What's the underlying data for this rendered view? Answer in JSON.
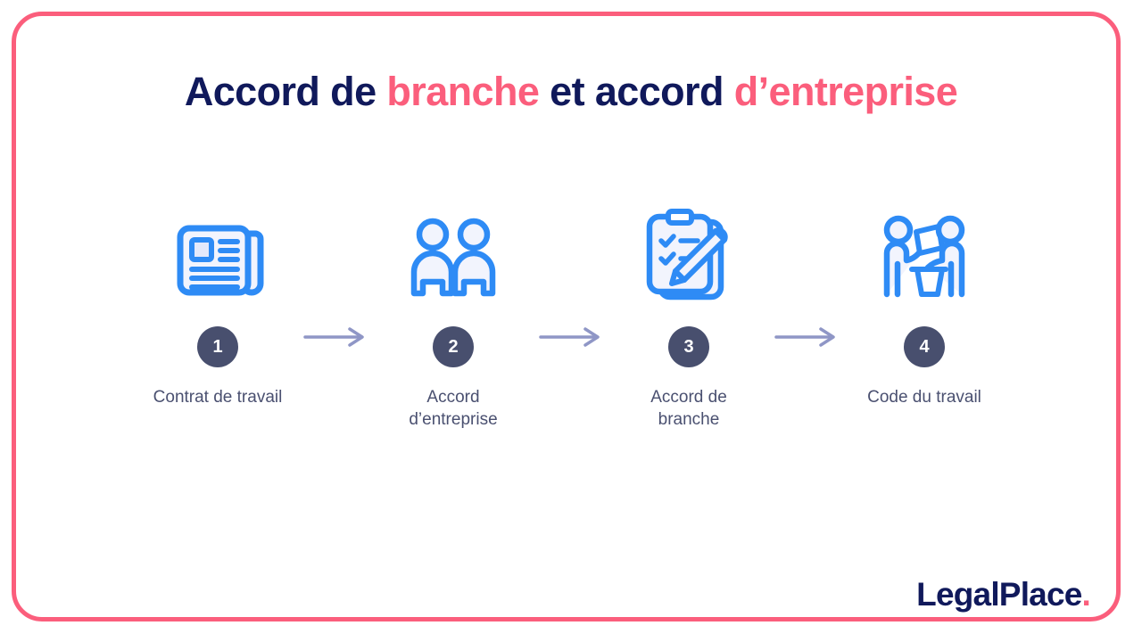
{
  "colors": {
    "navy": "#10195b",
    "pink": "#fb5e7c",
    "badge": "#484f6e",
    "label_text": "#4a5070",
    "icon_stroke": "#2e8bf5",
    "icon_fill": "#f2f4fd",
    "arrow": "#8f96c6",
    "background": "#ffffff"
  },
  "title": {
    "part1": "Accord de ",
    "part2": "branche",
    "part3": " et accord ",
    "part4": "d’entreprise"
  },
  "steps": [
    {
      "number": "1",
      "label": "Contrat de travail",
      "icon": "newspaper-icon"
    },
    {
      "number": "2",
      "label": "Accord d’entreprise",
      "icon": "two-people-icon"
    },
    {
      "number": "3",
      "label": "Accord de branche",
      "icon": "clipboard-pencil-icon"
    },
    {
      "number": "4",
      "label": "Code du travail",
      "icon": "handshake-document-icon"
    }
  ],
  "arrows": [
    {
      "name": "arrow-1-to-2"
    },
    {
      "name": "arrow-2-to-3"
    },
    {
      "name": "arrow-3-to-4"
    }
  ],
  "logo": {
    "text": "LegalPlace",
    "dot": "."
  }
}
